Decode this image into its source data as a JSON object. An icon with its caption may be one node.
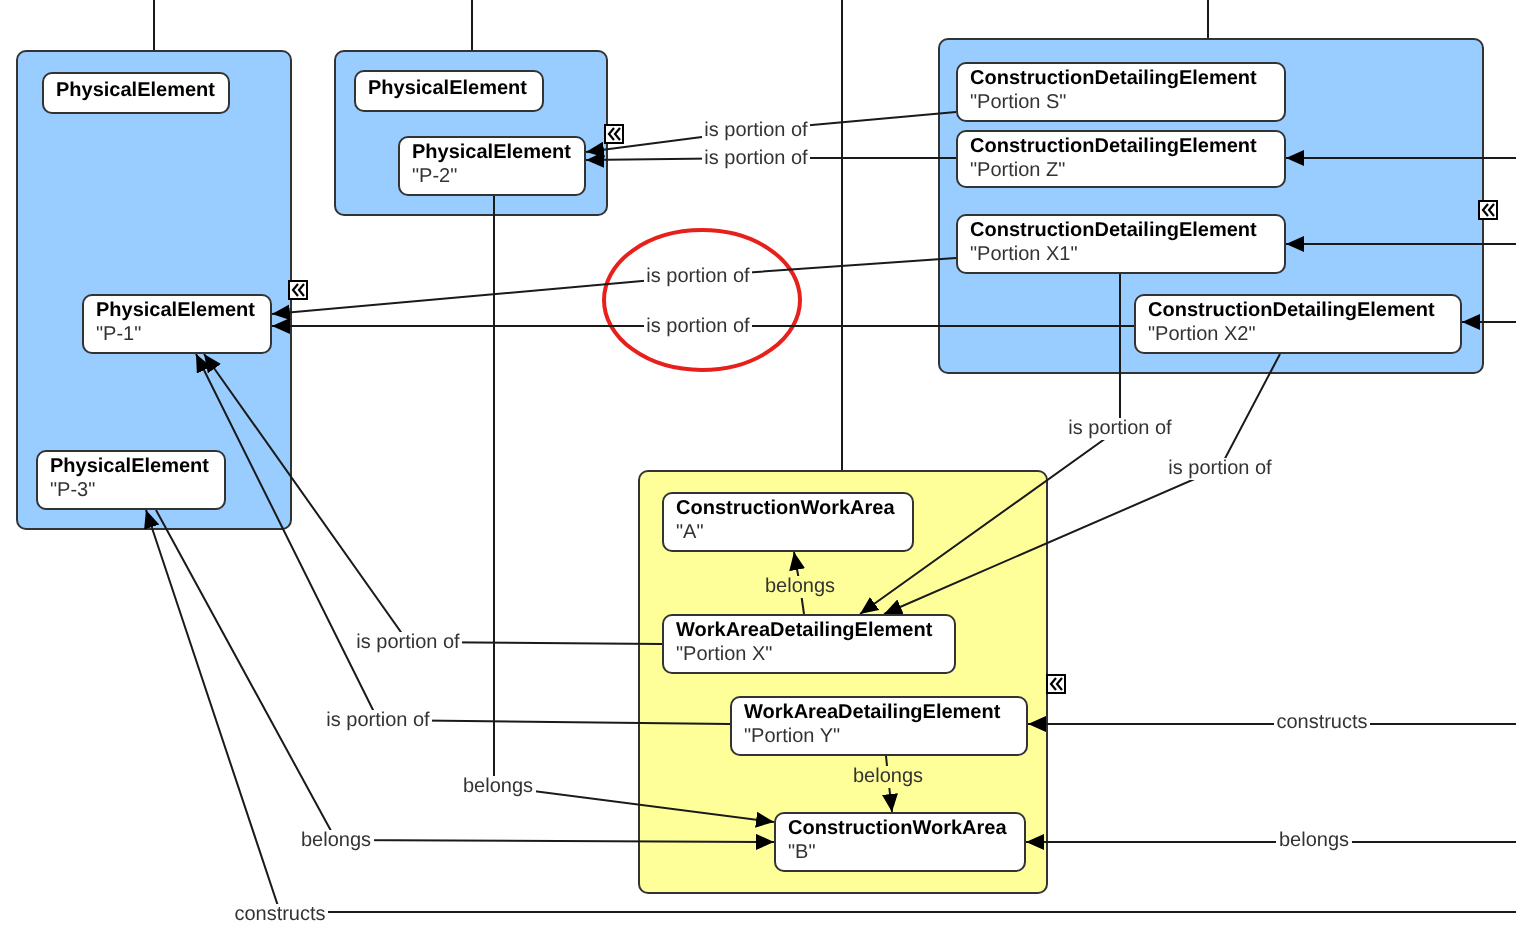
{
  "diagram": {
    "nodes": [
      {
        "text": [],
        "shape": "box"
      },
      {
        "text": [
          "PhysicalElement"
        ],
        "in": 0
      },
      {
        "text": [
          "PhysicalElement",
          "\"P-1\""
        ],
        "in": 0
      },
      {
        "text": [
          "PhysicalElement",
          "\"P-3\""
        ],
        "in": 0
      },
      {
        "text": [],
        "shape": "box"
      },
      {
        "text": [
          "PhysicalElement"
        ],
        "in": 4
      },
      {
        "text": [
          "PhysicalElement",
          "\"P-2\""
        ],
        "in": 4
      },
      {
        "text": [],
        "shape": "box"
      },
      {
        "text": [
          "ConstructionDetailingElement",
          "\"Portion S\""
        ],
        "in": 7
      },
      {
        "text": [
          "ConstructionDetailingElement",
          "\"Portion Z\""
        ],
        "in": 7
      },
      {
        "text": [
          "ConstructionDetailingElement",
          "\"Portion X1\""
        ],
        "in": 7
      },
      {
        "text": [
          "ConstructionDetailingElement",
          "\"Portion X2\""
        ],
        "in": 7
      },
      {
        "text": [],
        "shape": "box"
      },
      {
        "text": [
          "ConstructionWorkArea",
          "\"A\""
        ],
        "in": 12
      },
      {
        "text": [
          "WorkAreaDetailingElement",
          "\"Portion X\""
        ],
        "in": 12
      },
      {
        "text": [
          "WorkAreaDetailingElement",
          "\"Portion Y\""
        ],
        "in": 12
      },
      {
        "text": [
          "ConstructionWorkArea",
          "\"B\""
        ],
        "in": 12
      }
    ],
    "edges": [
      {
        "from": null,
        "to": 0,
        "arrow": "none"
      },
      {
        "from": null,
        "to": 4,
        "arrow": "none"
      },
      {
        "from": null,
        "to": 12,
        "arrow": "none"
      },
      {
        "from": null,
        "to": 7,
        "arrow": "none"
      },
      {
        "from": 8,
        "to": 6,
        "label": "is portion of",
        "arrow": "to"
      },
      {
        "from": 9,
        "to": 6,
        "label": "is portion of",
        "arrow": "to"
      },
      {
        "from": null,
        "to": 9,
        "arrow": "to"
      },
      {
        "from": null,
        "to": 10,
        "arrow": "to"
      },
      {
        "from": 10,
        "to": 2,
        "label": "is portion of",
        "arrow": "to"
      },
      {
        "from": 11,
        "to": 2,
        "label": "is portion of",
        "arrow": "to"
      },
      {
        "from": null,
        "to": 11,
        "arrow": "to"
      },
      {
        "from": 10,
        "to": 14,
        "label": "is portion of",
        "arrow": "to"
      },
      {
        "from": 11,
        "to": 14,
        "label": "is portion of",
        "arrow": "to"
      },
      {
        "from": 14,
        "to": 13,
        "label": "belongs",
        "arrow": "to"
      },
      {
        "from": 14,
        "to": 2,
        "label": "is portion of",
        "arrow": "to"
      },
      {
        "from": 15,
        "to": 2,
        "label": "is portion of",
        "arrow": "to"
      },
      {
        "from": null,
        "to": 15,
        "label": "constructs",
        "arrow": "to"
      },
      {
        "from": 15,
        "to": 16,
        "label": "belongs",
        "arrow": "to"
      },
      {
        "from": 6,
        "to": 16,
        "label": "belongs",
        "arrow": "to"
      },
      {
        "from": 3,
        "to": 16,
        "label": "belongs",
        "arrow": "to"
      },
      {
        "from": null,
        "to": 16,
        "label": "belongs",
        "arrow": "to"
      },
      {
        "from": null,
        "to": 3,
        "label": "constructs",
        "arrow": "to"
      }
    ]
  }
}
